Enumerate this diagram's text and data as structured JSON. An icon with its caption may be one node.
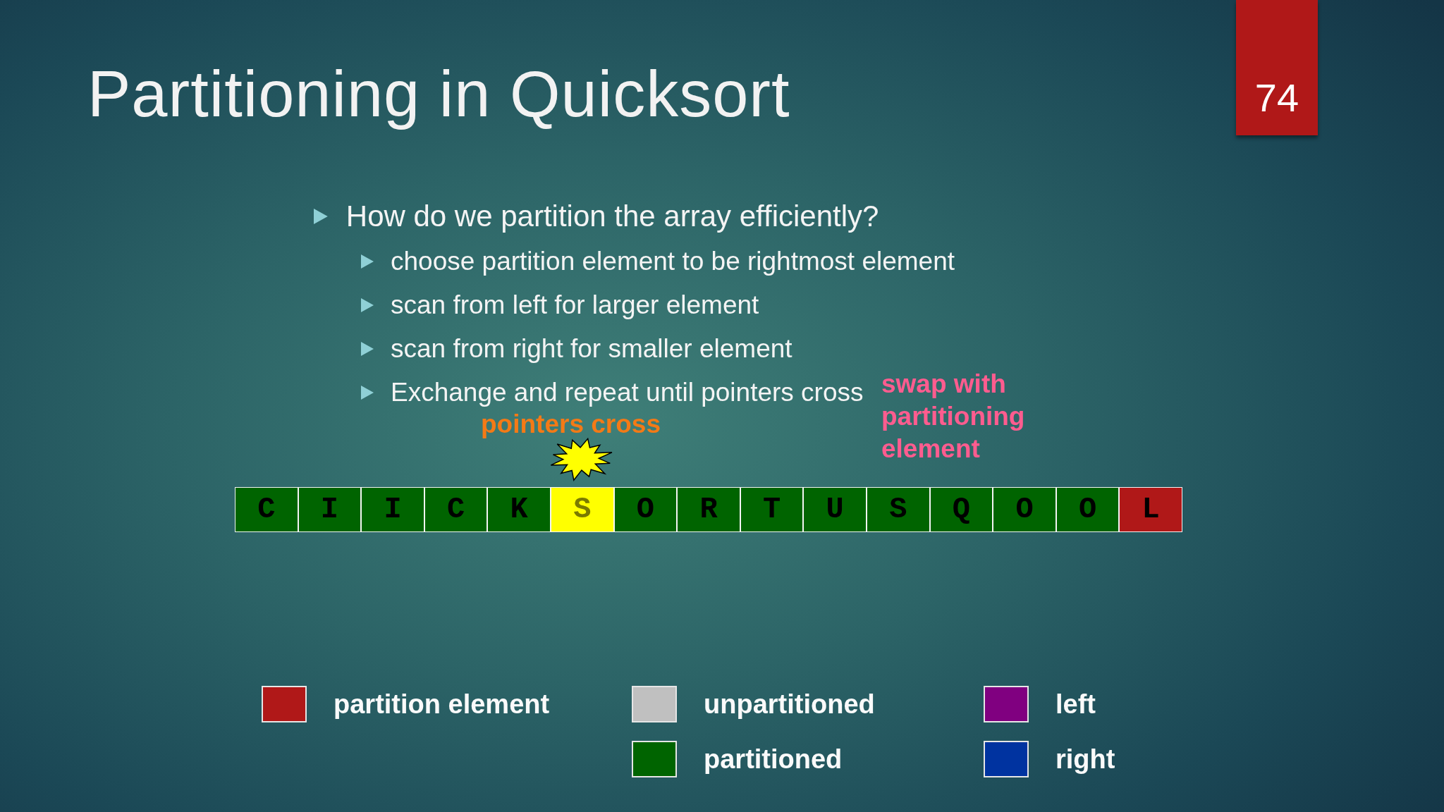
{
  "diagram": {
    "title": "Partitioning in Quicksort",
    "nodes": [
      {
        "text": [
          "74"
        ]
      },
      {
        "text": [
          "C"
        ]
      },
      {
        "text": [
          "I"
        ]
      },
      {
        "text": [
          "I"
        ]
      },
      {
        "text": [
          "C"
        ]
      },
      {
        "text": [
          "K"
        ]
      },
      {
        "text": [
          "S"
        ]
      },
      {
        "text": [
          "O"
        ]
      },
      {
        "text": [
          "R"
        ]
      },
      {
        "text": [
          "T"
        ]
      },
      {
        "text": [
          "U"
        ]
      },
      {
        "text": [
          "S"
        ]
      },
      {
        "text": [
          "Q"
        ]
      },
      {
        "text": [
          "O"
        ]
      },
      {
        "text": [
          "O"
        ]
      },
      {
        "text": [
          "L"
        ]
      }
    ],
    "labels": [
      "How do we partition the array efficiently?",
      "choose partition element to be rightmost element",
      "scan from left for larger element",
      "scan from right for smaller element",
      "Exchange and repeat until pointers cross",
      "pointers cross",
      "swap with partitioning element"
    ],
    "legend": [
      {
        "text": "partition element",
        "color": "#b01818"
      },
      {
        "text": "unpartitioned",
        "color": "#c0c0c0"
      },
      {
        "text": "left",
        "color": "#800080"
      },
      {
        "text": "partitioned",
        "color": "#006400"
      },
      {
        "text": "right",
        "color": "#0033a0"
      }
    ]
  }
}
